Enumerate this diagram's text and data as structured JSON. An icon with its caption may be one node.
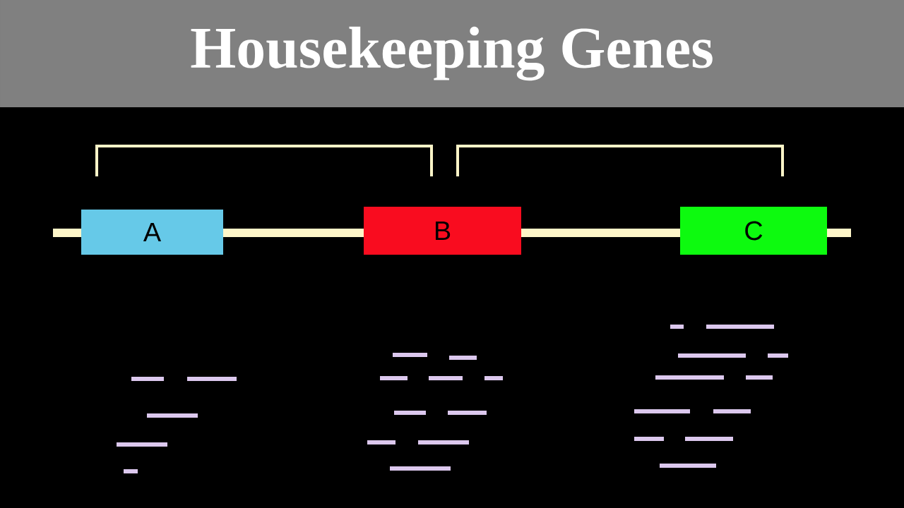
{
  "diagram": {
    "title": "Housekeeping Genes",
    "nodes": [
      {
        "text": [
          "A"
        ]
      },
      {
        "text": [
          "B"
        ]
      },
      {
        "text": [
          "C"
        ]
      }
    ]
  }
}
